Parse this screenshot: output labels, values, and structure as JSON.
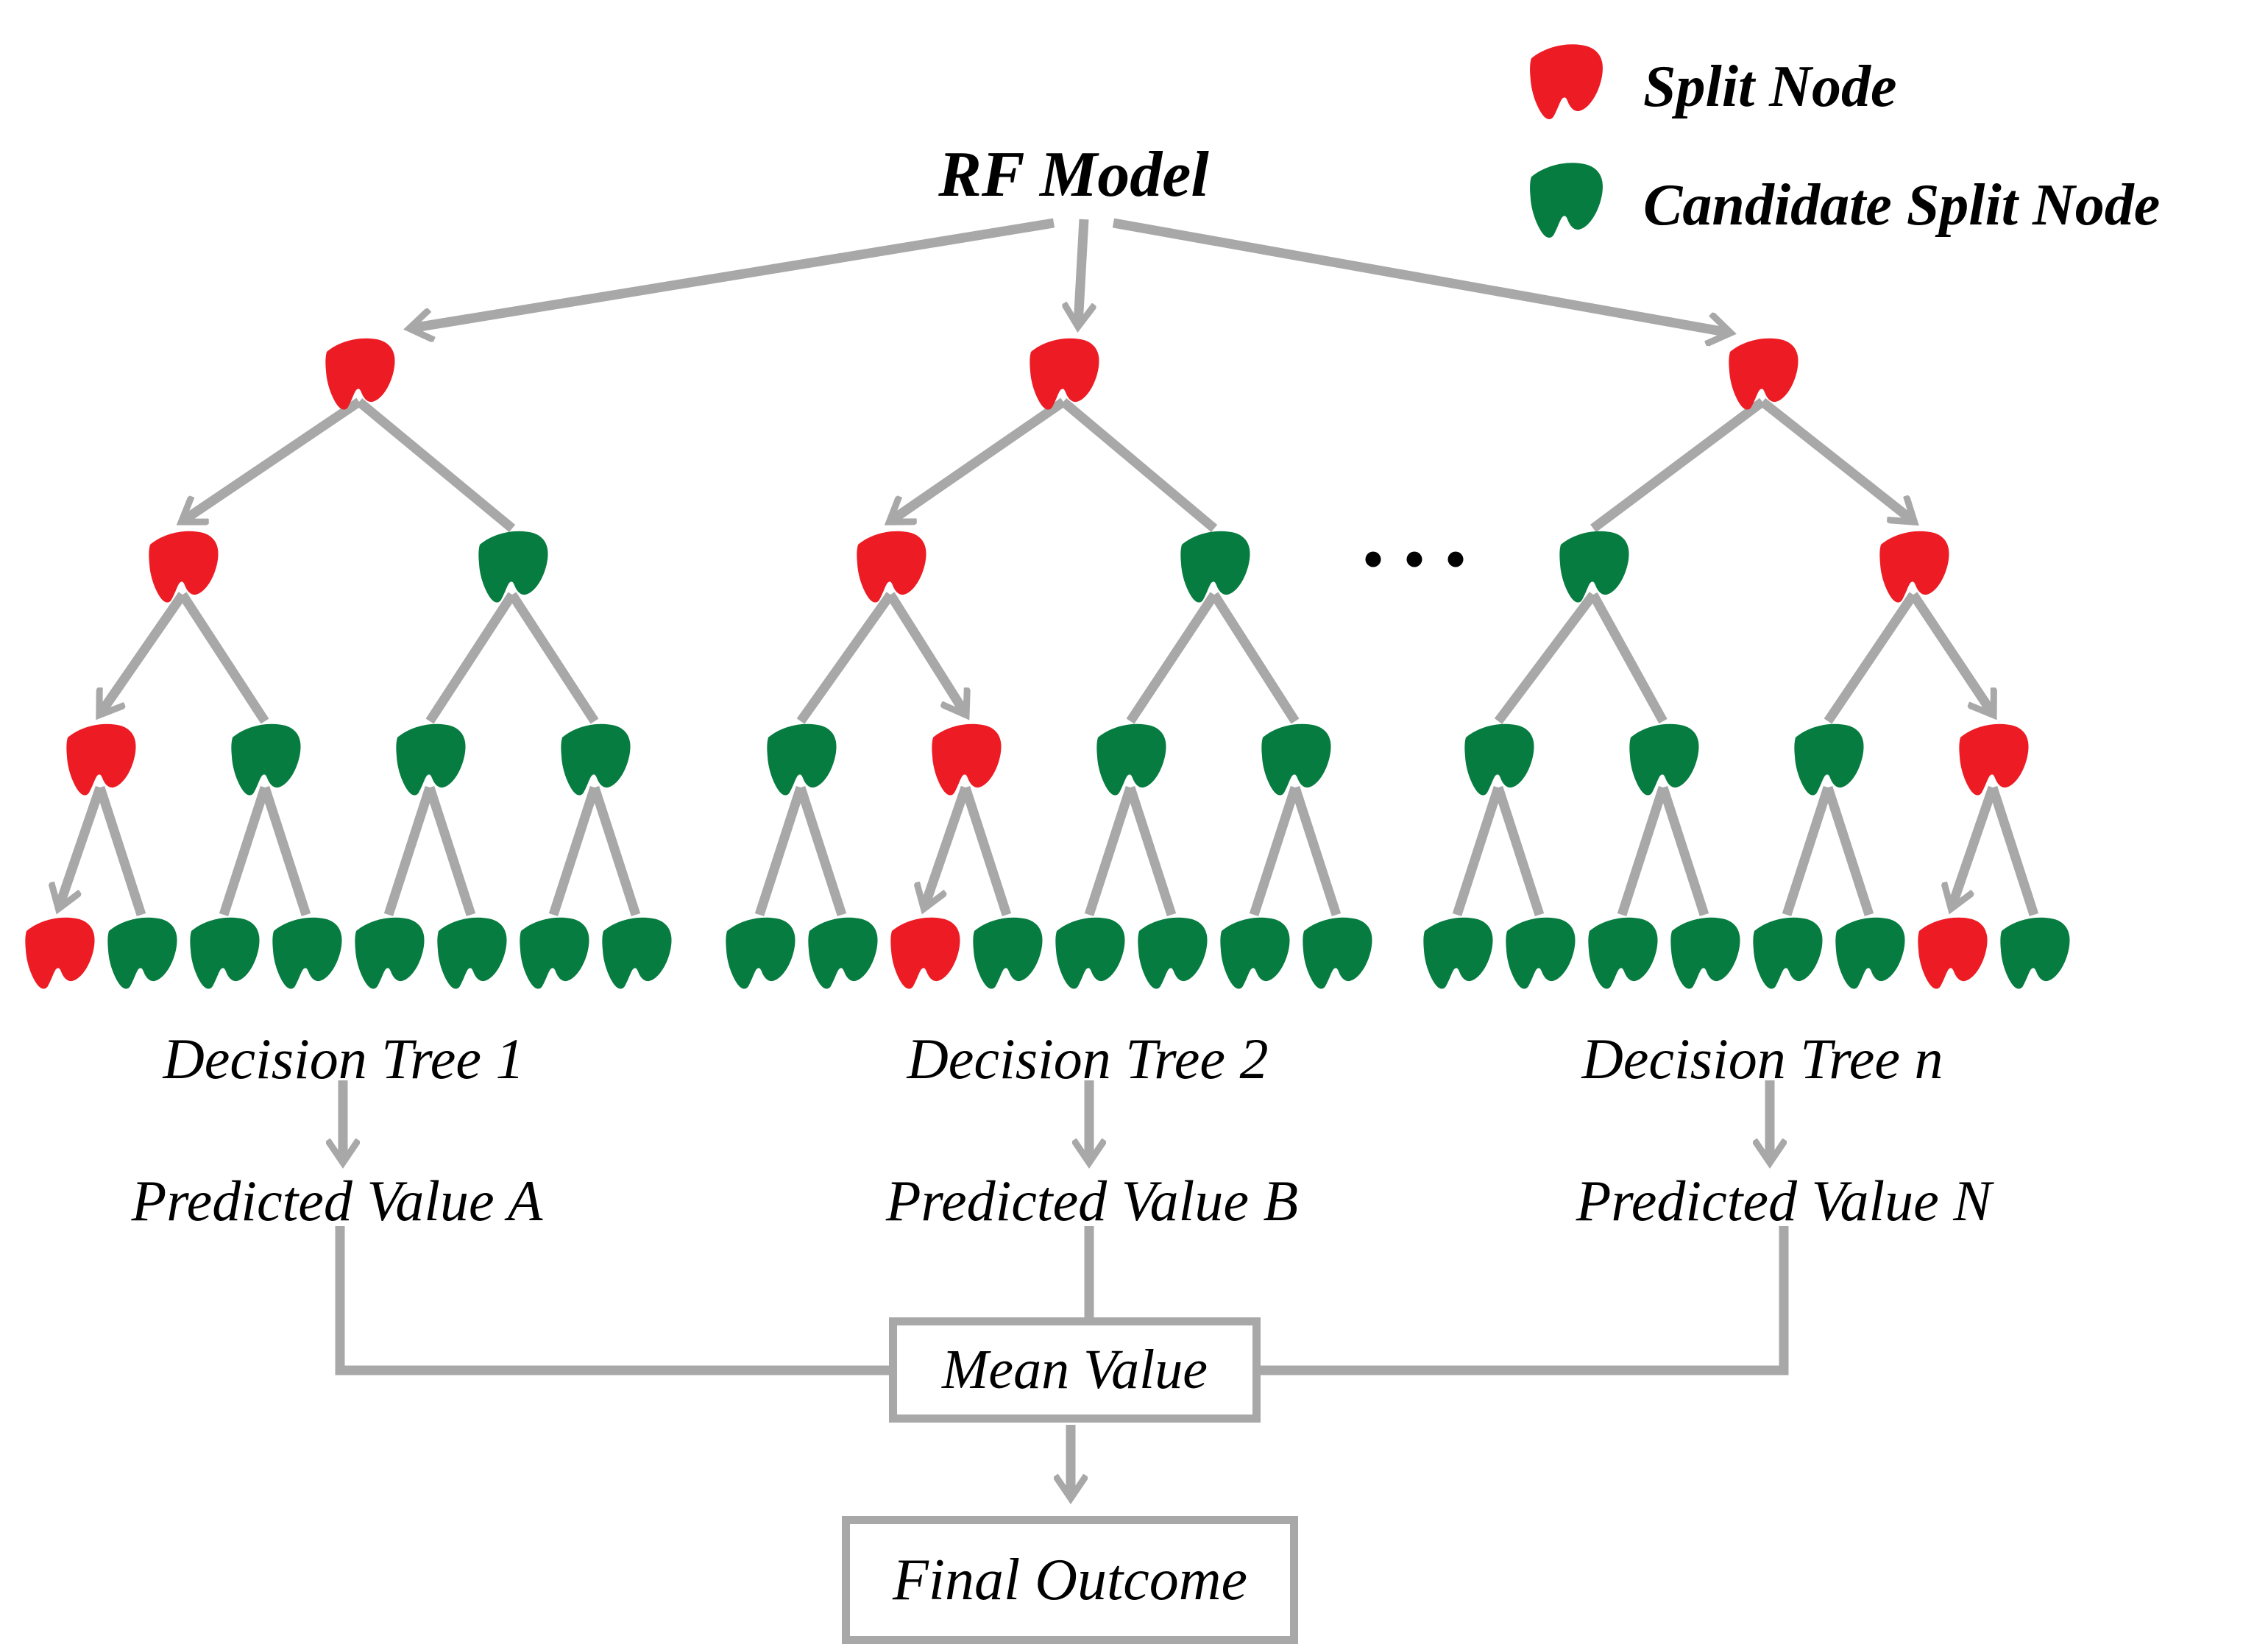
{
  "title": "RF Model",
  "legend": {
    "items": [
      {
        "icon": "split-node-leaf-icon",
        "color": "#ED1C24",
        "label": "Split Node"
      },
      {
        "icon": "candidate-split-node-leaf-icon",
        "color": "#077C41",
        "label": "Candidate Split Node"
      }
    ]
  },
  "colors": {
    "split_node": "#ED1C24",
    "candidate_node": "#077C41",
    "connector": "#A8A8A8",
    "text": "#000000"
  },
  "ellipsis": "...",
  "trees": [
    {
      "label": "Decision Tree 1",
      "predicted_value": "Predicted Value A",
      "root": "R",
      "level2": [
        "R",
        "G"
      ],
      "level3": [
        "R",
        "G",
        "G",
        "G"
      ],
      "leaves": [
        "R",
        "G",
        "G",
        "G",
        "G",
        "G",
        "G",
        "G"
      ]
    },
    {
      "label": "Decision Tree 2",
      "predicted_value": "Predicted Value B",
      "root": "R",
      "level2": [
        "R",
        "G"
      ],
      "level3": [
        "G",
        "R",
        "G",
        "G"
      ],
      "leaves": [
        "G",
        "G",
        "R",
        "G",
        "G",
        "G",
        "G",
        "G"
      ]
    },
    {
      "label": "Decision Tree n",
      "predicted_value": "Predicted Value N",
      "root": "R",
      "level2": [
        "G",
        "R"
      ],
      "level3": [
        "G",
        "G",
        "G",
        "R"
      ],
      "leaves": [
        "G",
        "G",
        "G",
        "G",
        "G",
        "G",
        "R",
        "G"
      ]
    }
  ],
  "flow": {
    "mean_box": "Mean Value",
    "final_box": "Final Outcome"
  }
}
